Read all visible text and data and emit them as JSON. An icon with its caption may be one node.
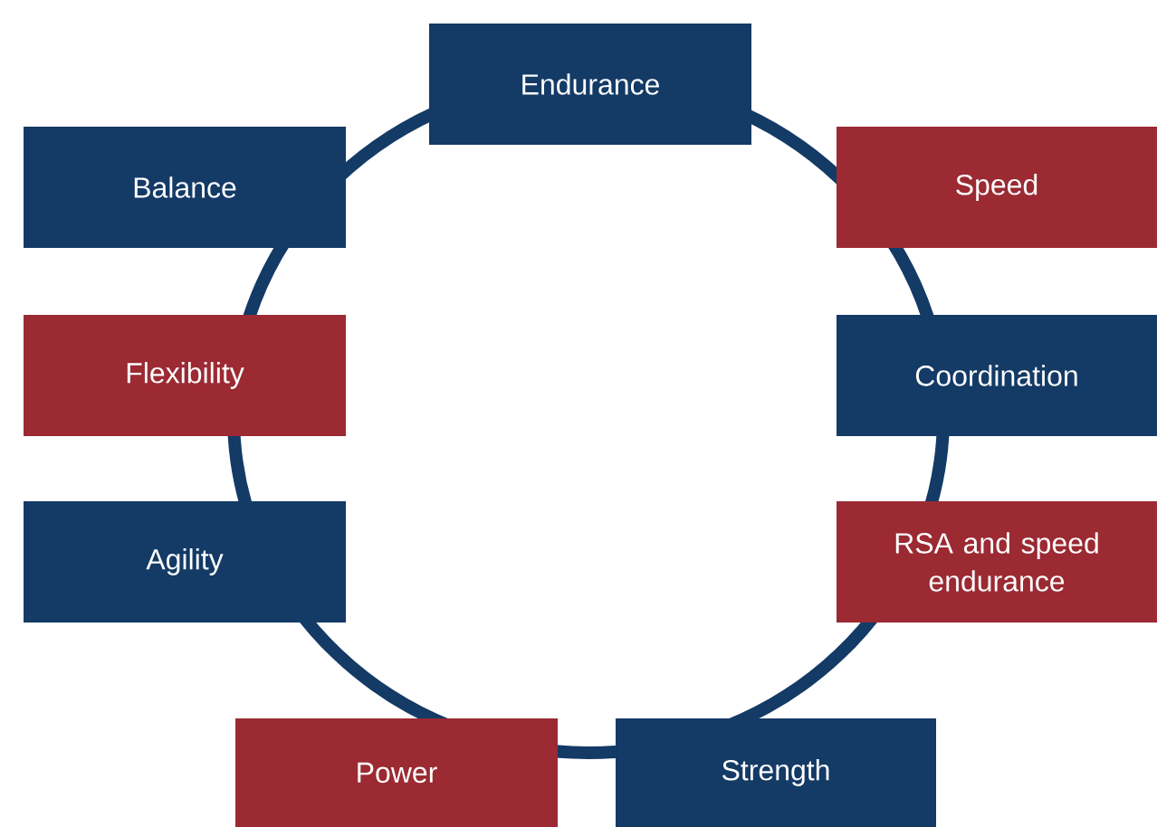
{
  "diagram": {
    "nodes": [
      {
        "text": [
          "Endurance"
        ]
      },
      {
        "text": [
          "Balance"
        ]
      },
      {
        "text": [
          "Speed"
        ]
      },
      {
        "text": [
          "Flexibility"
        ]
      },
      {
        "text": [
          "Coordination"
        ]
      },
      {
        "text": [
          "Agility"
        ]
      },
      {
        "text": [
          "RSA and speed endurance"
        ]
      },
      {
        "text": [
          "Power"
        ]
      },
      {
        "text": [
          "Strength"
        ]
      }
    ]
  }
}
